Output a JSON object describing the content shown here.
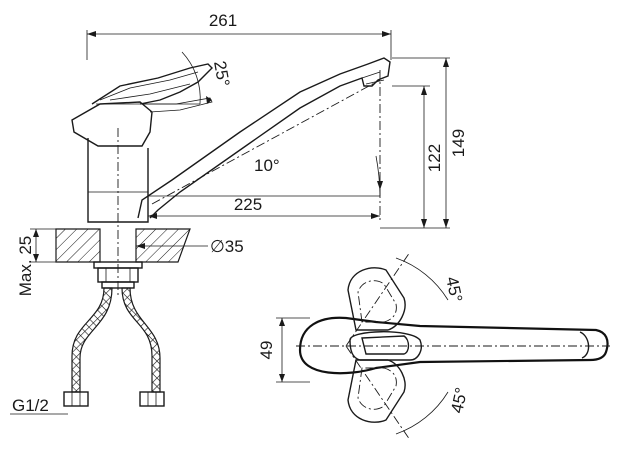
{
  "dimensions": {
    "overall_width": "261",
    "spout_reach": "225",
    "height_total": "149",
    "height_spout": "122",
    "lever_angle": "25°",
    "spout_angle": "10°",
    "mount_thickness": "Max. 25",
    "hole_diameter": "∅35",
    "thread": "G1/2",
    "handle_width": "49",
    "rotation_upper": "45°",
    "rotation_lower": "45°"
  }
}
